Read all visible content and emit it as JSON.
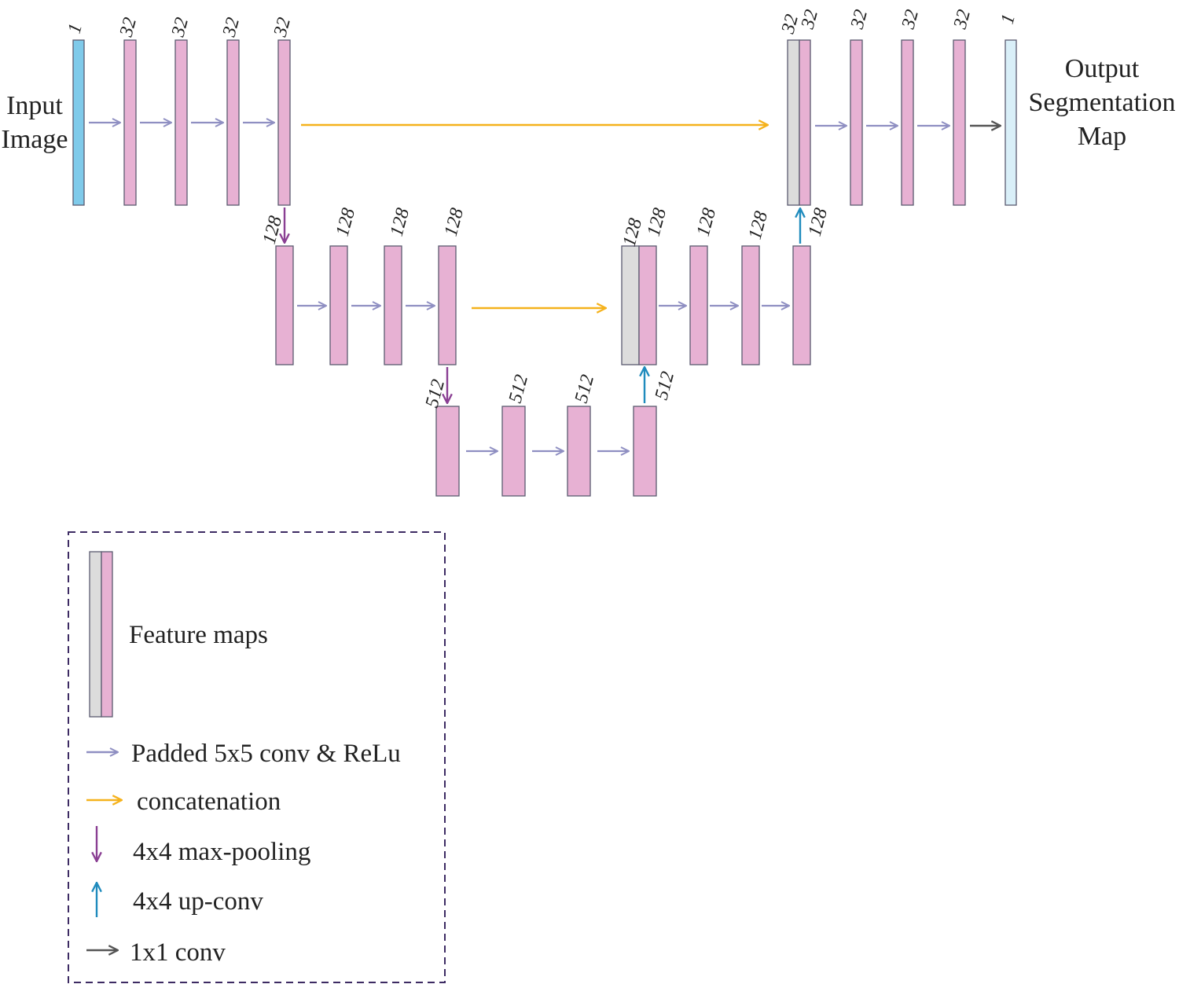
{
  "labels": {
    "input": [
      "Input",
      "Image"
    ],
    "output": [
      "Output",
      "Segmentation",
      "Map"
    ]
  },
  "channels": {
    "enc1": [
      "1",
      "32",
      "32",
      "32",
      "32"
    ],
    "enc2": [
      "128",
      "128",
      "128",
      "128"
    ],
    "bottleneck": [
      "512",
      "512",
      "512",
      "512"
    ],
    "dec2_concat": [
      "128",
      "128"
    ],
    "dec2": [
      "128",
      "128",
      "128"
    ],
    "dec1_concat": [
      "32",
      "32"
    ],
    "dec1": [
      "32",
      "32",
      "32",
      "1"
    ]
  },
  "legend": {
    "feature_maps": "Feature maps",
    "conv": "Padded 5x5 conv & ReLu",
    "concat": "concatenation",
    "pool": "4x4 max-pooling",
    "upconv": "4x4 up-conv",
    "conv1x1": "1x1 conv"
  },
  "colors": {
    "feature_map": "#e7b1d3",
    "input_map": "#7fcaea",
    "output_map": "#d9eff8",
    "concat_map": "#dcdcdc",
    "box_stroke": "#5b5b70",
    "conv_arrow": "#8f8fc2",
    "concat_arrow": "#f5b21c",
    "pool_arrow": "#8a3f93",
    "upconv_arrow": "#1f8bbd",
    "conv1x1_arrow": "#555555",
    "legend_border": "#3d2b63"
  }
}
